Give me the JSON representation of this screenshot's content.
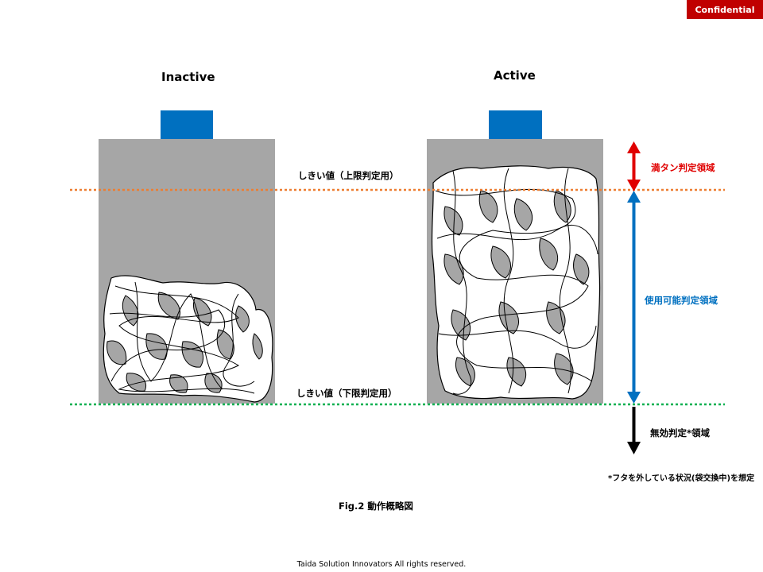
{
  "badge": "Confidential",
  "titles": {
    "inactive": "Inactive",
    "active": "Active"
  },
  "thresholds": {
    "upper": "しきい値（上限判定用）",
    "lower": "しきい値（下限判定用）"
  },
  "zones": {
    "full": "満タン判定領域",
    "usable": "使用可能判定領域",
    "invalid": "無効判定*領域"
  },
  "note": "*フタを外している状況(袋交換中)を想定",
  "caption": "Fig.2 動作概略図",
  "footer": "Taida Solution Innovators  All rights reserved.",
  "colors": {
    "badge": "#c00000",
    "container": "#a6a6a6",
    "sensor": "#0070c0",
    "upper_line": "#ed7d31",
    "lower_line": "#00b050",
    "full_zone": "#e00000",
    "usable_zone": "#0070c0",
    "invalid_zone": "#000000"
  }
}
